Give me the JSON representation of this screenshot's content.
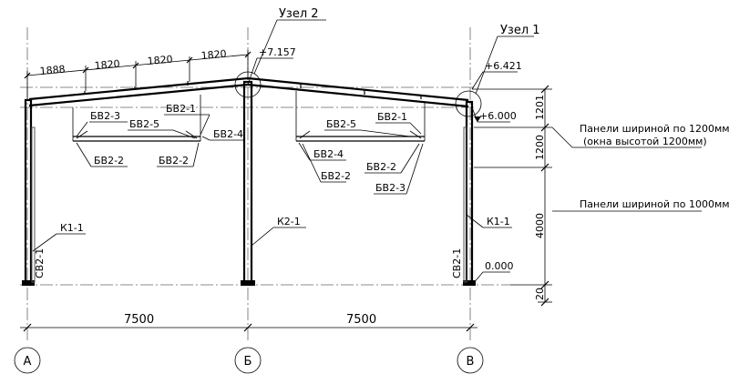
{
  "nodes": {
    "node1": "Узел 1",
    "node2": "Узел 2"
  },
  "elevations": {
    "ridge": "+7.157",
    "eave": "+6.421",
    "level_6000": "+6.000",
    "ground": "0.000"
  },
  "top_dims": [
    "1888",
    "1820",
    "1820",
    "1820"
  ],
  "bottom_dims": [
    "7500",
    "7500"
  ],
  "right_dims": [
    "1201",
    "1200",
    "4000",
    "20"
  ],
  "axes": [
    "А",
    "Б",
    "В"
  ],
  "beam_labels": {
    "l_bv2_3": "БВ2-3",
    "l_bv2_1": "БВ2-1",
    "l_bv2_5": "БВ2-5",
    "l_bv2_4": "БВ2-4",
    "l_bv2_2a": "БВ2-2",
    "l_bv2_2b": "БВ2-2",
    "r_bv2_5": "БВ2-5",
    "r_bv2_1": "БВ2-1",
    "r_bv2_4": "БВ2-4",
    "r_bv2_2a": "БВ2-2",
    "r_bv2_2b": "БВ2-2",
    "r_bv2_3": "БВ2-3"
  },
  "column_labels": {
    "k1_left": "К1-1",
    "k2": "К2-1",
    "k1_right": "К1-1",
    "cv_left": "СВ2-1",
    "cv_right": "СВ2-1"
  },
  "notes": {
    "panel_1200_line1": "Панели шириной по 1200мм",
    "panel_1200_line2": "(окна высотой 1200мм)",
    "panel_1000": "Панели шириной по 1000мм"
  }
}
